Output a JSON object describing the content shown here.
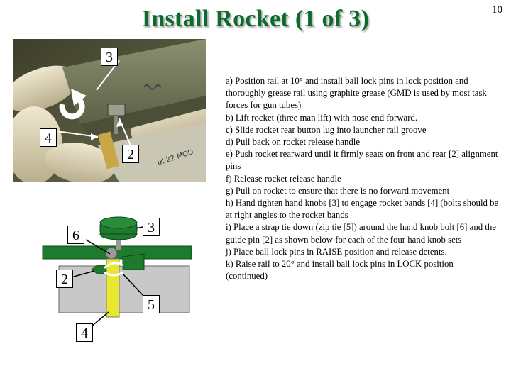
{
  "page_number": "10",
  "title": "Install Rocket (1 of 3)",
  "photo_callouts": {
    "c3": "3",
    "c4": "4",
    "c2": "2"
  },
  "diagram_callouts": {
    "c3": "3",
    "c6": "6",
    "c2": "2",
    "c5": "5",
    "c4": "4"
  },
  "instructions": [
    "a) Position rail at 10° and install ball lock pins in lock position and thoroughly grease rail using graphite grease (GMD is used by most task forces for gun tubes)",
    "b) Lift rocket (three man lift) with nose end forward.",
    "c) Slide rocket rear button lug into launcher rail groove",
    "d) Pull back on rocket release handle",
    "e) Push rocket rearward until it firmly seats on front and rear [2] alignment pins",
    "f) Release rocket release handle",
    "g) Pull on rocket to ensure that there is no forward movement",
    "h) Hand tighten hand knobs [3] to engage rocket bands [4] (bolts should be at right angles to the rocket bands",
    "i) Place a strap tie down (zip tie [5]) around the hand knob bolt [6] and the guide pin [2] as shown below for each of the four hand knob sets",
    "j) Place ball lock pins in RAISE position and release detents.",
    "k) Raise rail to 20° and install ball lock pins in LOCK position",
    "(continued)"
  ],
  "colors": {
    "title": "#0a6b2a",
    "rail_green": "#1e7a2c",
    "body_gray": "#c8c8c8",
    "band_yellow": "#e8e832"
  }
}
